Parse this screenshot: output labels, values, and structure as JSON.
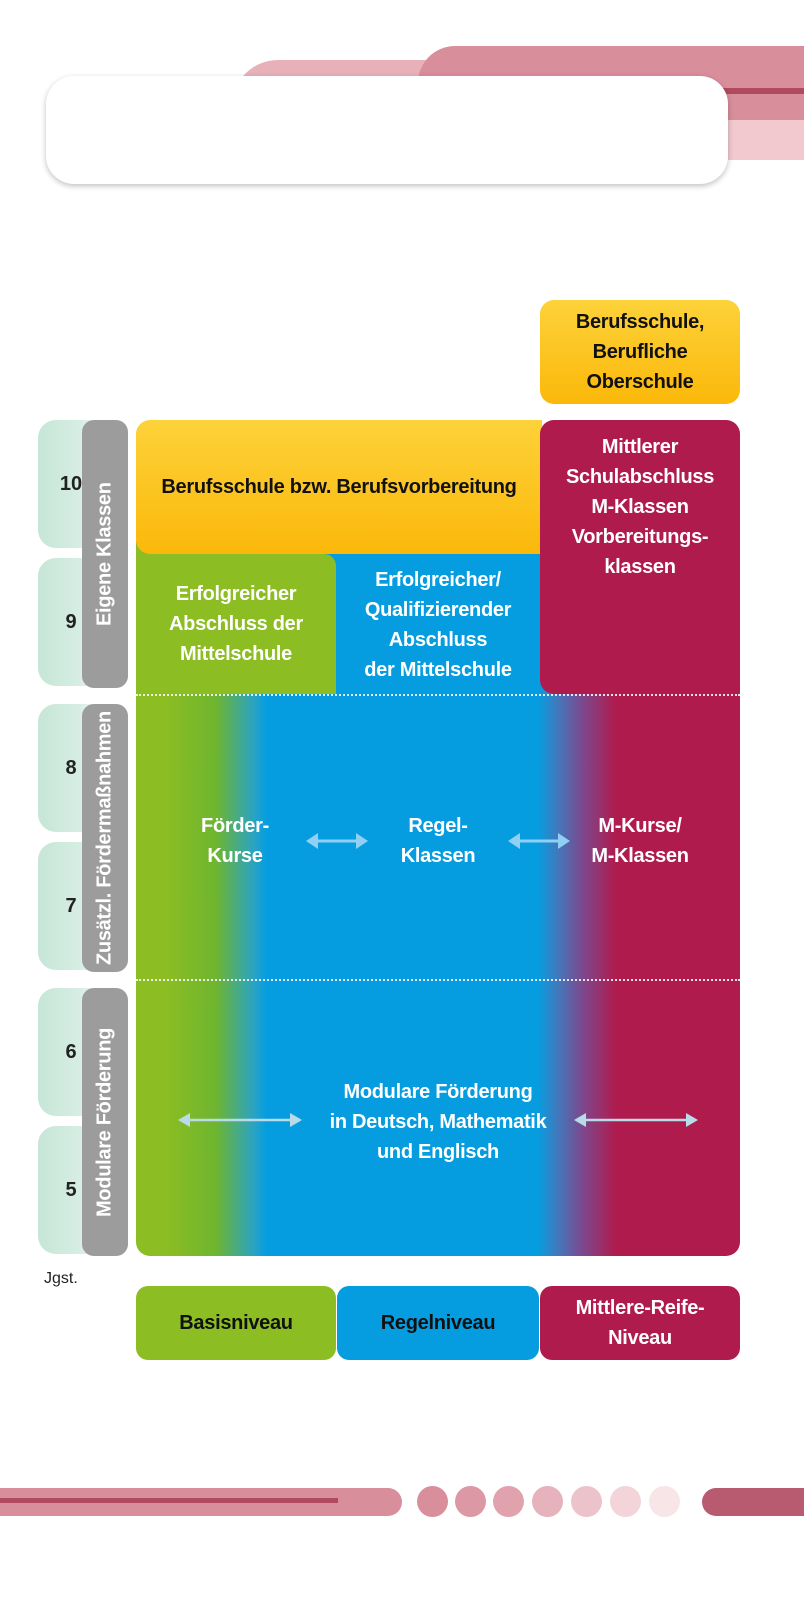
{
  "top_box": {
    "lines": "Berufsschule,\nBerufliche\nOberschule"
  },
  "grades": [
    "10",
    "9",
    "8",
    "7",
    "6",
    "5"
  ],
  "grade_axis_label": "Jgst.",
  "side_labels": {
    "eigene": "Eigene Klassen",
    "zusaetzl": "Zusätzl. Fördermaßnahmen",
    "modulare": "Modulare Förderung"
  },
  "cells": {
    "berufsschule_bzw": "Berufsschule bzw. Berufsvorbereitung",
    "mittlerer": "Mittlerer\nSchulabschluss\nM-Klassen\nVorbereitungs-\nklassen",
    "erfolgreicher_abschluss": "Erfolgreicher\nAbschluss der\nMittelschule",
    "qualifizierender": "Erfolgreicher/\nQualifizierender\nAbschluss\nder Mittelschule",
    "foerderkurse": "Förder-\nKurse",
    "regelklassen": "Regel-\nKlassen",
    "mkurse": "M-Kurse/\nM-Klassen",
    "modulare_foerderung": "Modulare Förderung\nin Deutsch, Mathematik\nund Englisch"
  },
  "levels": {
    "basis": "Basisniveau",
    "regel": "Regelniveau",
    "mittlere_reife": "Mittlere-Reife-\nNiveau"
  },
  "colors": {
    "green": "#8cbd22",
    "blue": "#069de0",
    "crimson": "#b01b4e",
    "yellow": "#fbb80a",
    "gray": "#9c9c9c",
    "mint": "#c6e6d7",
    "pink": "#d98e9b"
  }
}
